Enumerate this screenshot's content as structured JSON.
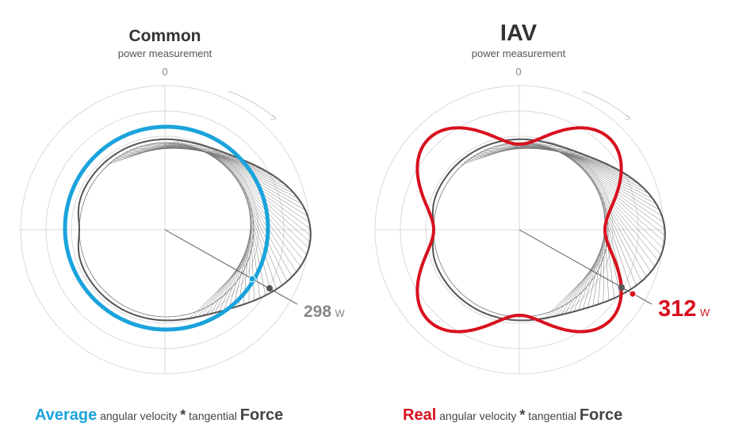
{
  "left": {
    "title": "Common",
    "subtitle": "power measurement",
    "zero": "0",
    "value": "298",
    "unit": "W",
    "caption": {
      "lead": "Average",
      "mid1": "angular velocity",
      "star": "*",
      "mid2": "tangential",
      "end": "Force"
    }
  },
  "right": {
    "title": "IAV",
    "subtitle": "power measurement",
    "zero": "0",
    "value": "312",
    "unit": "W",
    "caption": {
      "lead": "Real",
      "mid1": "angular velocity",
      "star": "*",
      "mid2": "tangential",
      "end": "Force"
    }
  },
  "colors": {
    "blue": "#1aa3dc",
    "red": "#d8101e",
    "dark": "#555555",
    "grid": "#d9d9d9"
  }
}
